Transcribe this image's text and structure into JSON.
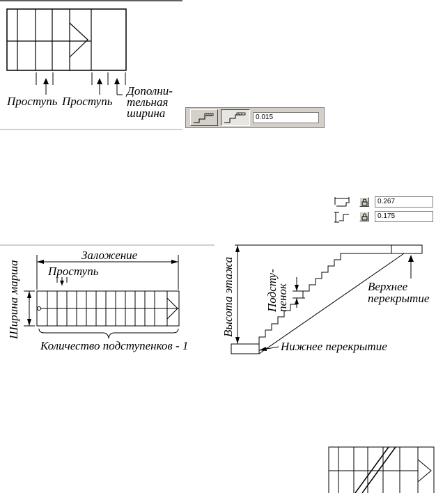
{
  "figure1": {
    "labels": [
      "Проступь",
      "Проступь",
      "Дополни-\nтельная\nширина"
    ]
  },
  "toolbar1": {
    "field_value": "0.015",
    "icons": [
      "stair-tread-icon",
      "stair-riser-icon"
    ]
  },
  "toolbar2": {
    "rows": [
      {
        "icon": "tread-depth-icon",
        "value": "0.267"
      },
      {
        "icon": "riser-height-icon",
        "value": "0.175"
      }
    ]
  },
  "figure2": {
    "zalozhenie": "Заложение",
    "prostup": "Проступь",
    "shirina_marsha": "Ширина марша",
    "kolichestvo": "Количество подступенков - 1"
  },
  "figure3": {
    "vysota_etazha": "Высота этажа",
    "podstupenok": "Подсту-\nпенок",
    "verkhnee": "Верхнее\nперекрытие",
    "nizhnee": "Нижнее перекрытие"
  }
}
